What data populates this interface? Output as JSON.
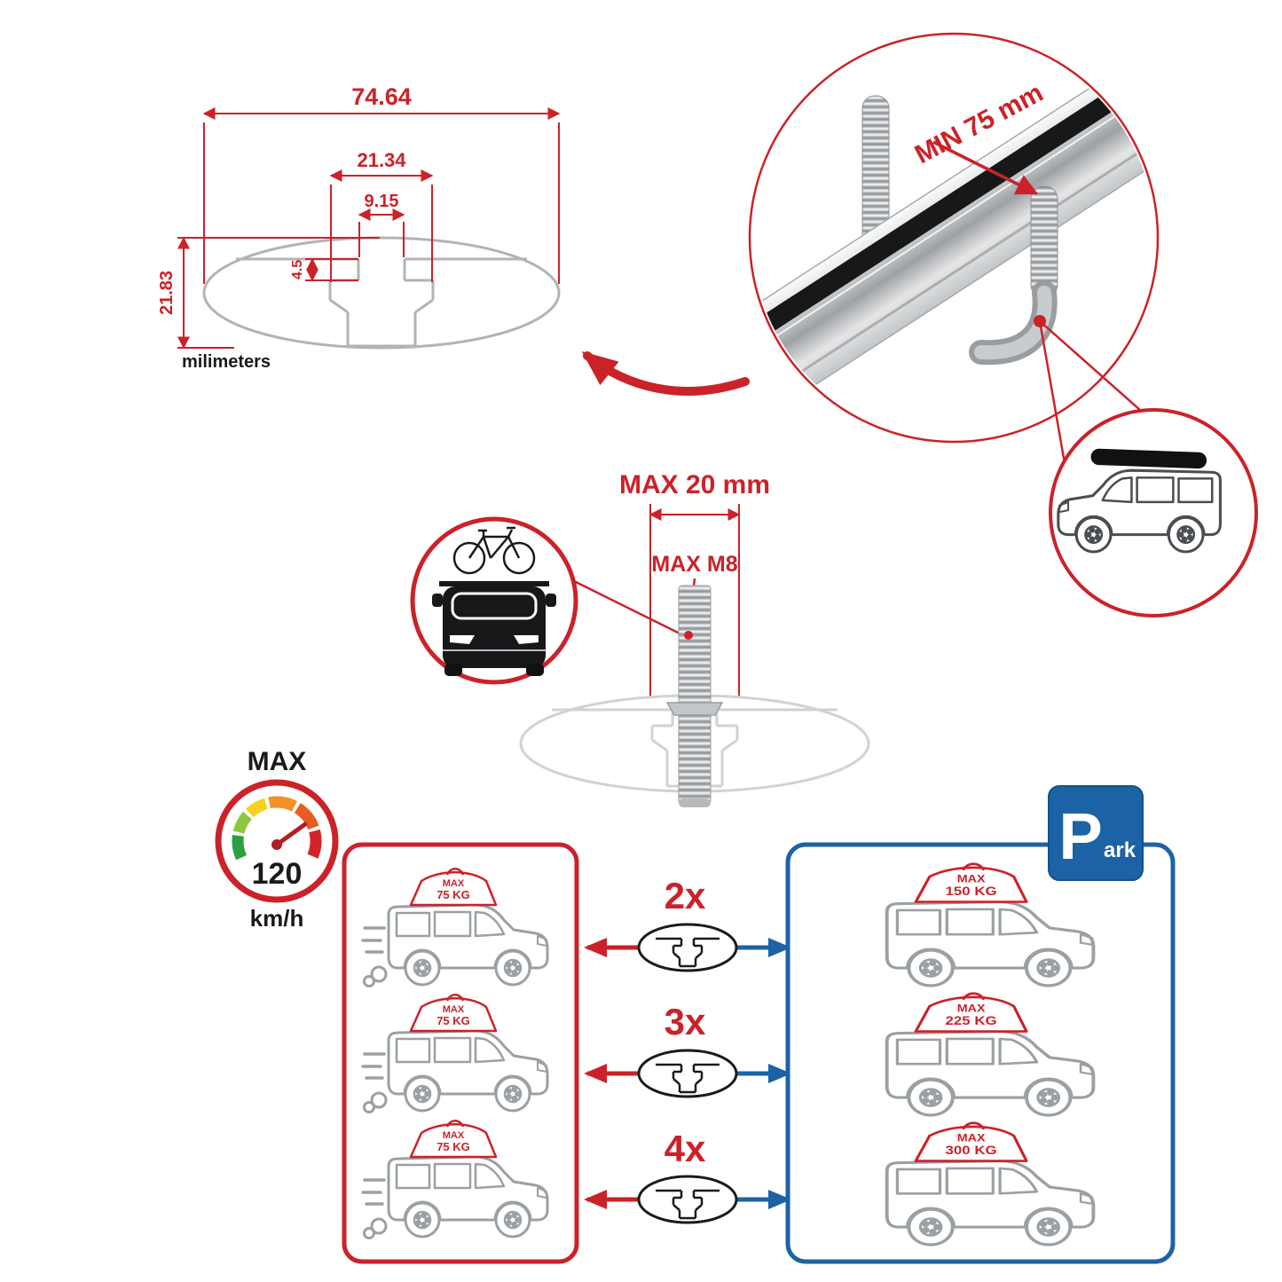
{
  "section_dimensions": {
    "total_width": "74.64",
    "channel_width": "21.34",
    "slot_width": "9.15",
    "slot_depth": "4.5",
    "total_height": "21.83",
    "unit": "milimeters"
  },
  "section_bar_detail": {
    "min_clamp": "MIN 75 mm"
  },
  "section_bolt": {
    "max_length": "MAX 20 mm",
    "max_thread": "MAX M8"
  },
  "section_speed": {
    "label": "MAX",
    "value": "120",
    "unit": "km/h"
  },
  "section_capacity": {
    "left": {
      "cars": [
        {
          "line1": "MAX",
          "line2": "75 KG"
        },
        {
          "line1": "MAX",
          "line2": "75 KG"
        },
        {
          "line1": "MAX",
          "line2": "75 KG"
        }
      ]
    },
    "multipliers": [
      {
        "label": "2x"
      },
      {
        "label": "3x"
      },
      {
        "label": "4x"
      }
    ],
    "right": {
      "cars": [
        {
          "line1": "MAX",
          "line2": "150 KG"
        },
        {
          "line1": "MAX",
          "line2": "225 KG"
        },
        {
          "line1": "MAX",
          "line2": "300 KG"
        }
      ]
    },
    "park": {
      "p": "P",
      "ark": "ark"
    }
  },
  "icons": {
    "speedometer-icon": "gauge with colored arc and needle",
    "parking-sign-icon": "blue square P sign",
    "bicycle-icon": "bike on car roof",
    "car-front-icon": "black car front silhouette",
    "roofbox-car-icon": "car with black roof box",
    "bolt-icon": "threaded stud in T-slot",
    "crossbar-icon": "aluminium aero crossbar profile"
  },
  "colors": {
    "red": "#cb2229",
    "blue": "#1c63a5",
    "outline_gray": "#9aa0a3",
    "metal_gray": "#c2c5c8",
    "black": "#1a1a1a"
  }
}
